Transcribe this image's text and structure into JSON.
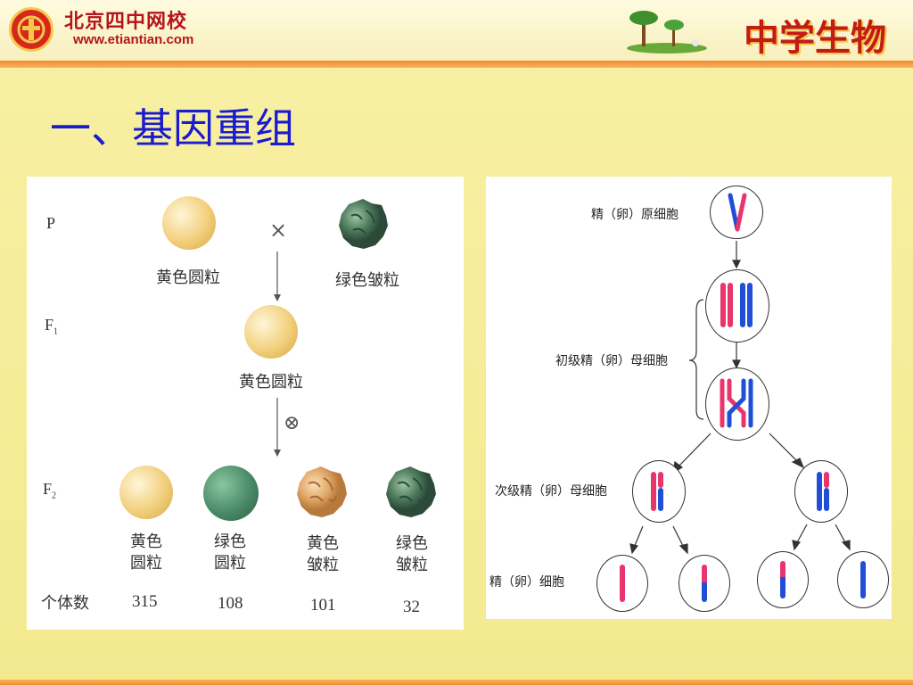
{
  "header": {
    "logo_name": "北京四中网校",
    "logo_url": "www.etiantian.com",
    "brand": "中学生物"
  },
  "title": "一、基因重组",
  "left_figure": {
    "generation_labels": {
      "p": "P",
      "f1": "F",
      "f1_sub": "1",
      "f2": "F",
      "f2_sub": "2"
    },
    "cross_symbol": "×",
    "self_symbol": "⊗",
    "p_yellow": "黄色圆粒",
    "p_green": "绿色皱粒",
    "f1_label": "黄色圆粒",
    "f2": [
      {
        "line1": "黄色",
        "line2": "圆粒",
        "count": "315",
        "color": "yellow-round"
      },
      {
        "line1": "绿色",
        "line2": "圆粒",
        "count": "108",
        "color": "green-round"
      },
      {
        "line1": "黄色",
        "line2": "皱粒",
        "count": "101",
        "color": "yellow-wrinkled"
      },
      {
        "line1": "绿色",
        "line2": "皱粒",
        "count": "32",
        "color": "green-wrinkled"
      }
    ],
    "count_label": "个体数"
  },
  "right_figure": {
    "label_primordial": "精（卵）原细胞",
    "label_primary": "初级精（卵）母细胞",
    "label_secondary": "次级精（卵）母细胞",
    "label_gamete": "精（卵）细胞"
  },
  "colors": {
    "title": "#1a1ad0",
    "maternal": "#e8356b",
    "paternal": "#1f4fd6"
  }
}
